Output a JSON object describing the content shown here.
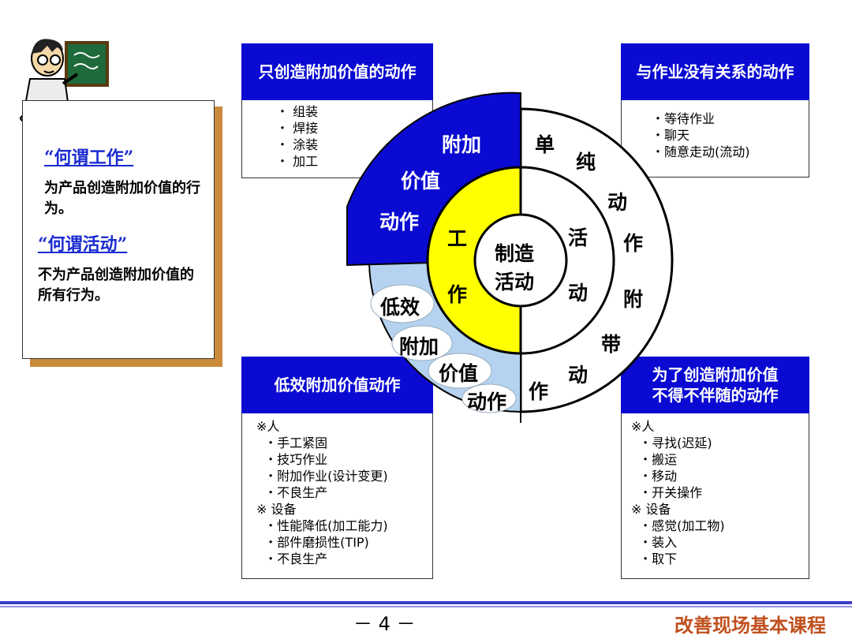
{
  "colors": {
    "blue": "#0a0ad2",
    "yellow": "#ffff00",
    "light_blue": "#b5d3f0",
    "orange_shadow": "#c98a3a",
    "footer_text": "#c0501e"
  },
  "definitions": {
    "work_title": "“何谓工作”",
    "work_text": "为产品创造附加价值的行为。",
    "activity_title": "“何谓活动”",
    "activity_text": "不为产品创造附加价值的所有行为。"
  },
  "boxes": {
    "top_left": {
      "title": "只创造附加价值的动作",
      "items": [
        "・ 组装",
        "・ 焊接",
        "・ 涂装",
        "・ 加工"
      ]
    },
    "top_right": {
      "title": "与作业没有关系的动作",
      "items": [
        "・等待作业",
        "・聊天",
        "・随意走动(流动)"
      ]
    },
    "bottom_left": {
      "title": "低效附加价值动作",
      "items": [
        "※人",
        "  ・手工紧固",
        "  ・技巧作业",
        "  ・附加作业(设计变更)",
        "  ・不良生产",
        "※ 设备",
        "  ・性能降低(加工能力)",
        "  ・部件磨损性(TIP)",
        "  ・不良生产"
      ]
    },
    "bottom_right": {
      "title_line1": "为了创造附加价值",
      "title_line2": "不得不伴随的动作",
      "items": [
        "※人",
        "  ・寻找(迟延)",
        "  ・搬运",
        "  ・移动",
        "  ・开关操作",
        "※ 设备",
        "  ・感觉(加工物)",
        "  ・装入",
        "  ・取下"
      ]
    }
  },
  "diagram": {
    "center_line1": "制造",
    "center_line2": "活动",
    "work_1": "工",
    "work_2": "作",
    "activity_1": "活",
    "activity_2": "动",
    "value_added": [
      "附加",
      "价值",
      "动作"
    ],
    "simple": [
      "单",
      "纯",
      "动",
      "作"
    ],
    "incidental": [
      "附",
      "带",
      "动",
      "作"
    ],
    "low_eff": [
      "低效",
      "附加",
      "价值",
      "动作"
    ]
  },
  "footer": {
    "page": "－ 4 －",
    "course": "改善现场基本课程"
  }
}
